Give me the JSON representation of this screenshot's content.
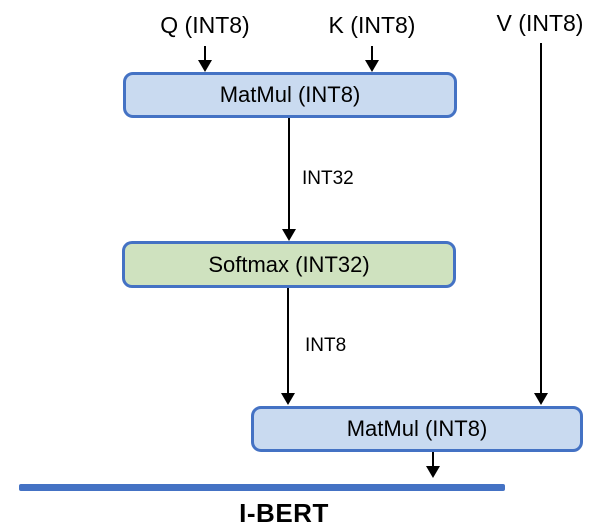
{
  "diagram": {
    "title": "I-BERT",
    "inputs": [
      {
        "label": "Q (INT8)"
      },
      {
        "label": "K (INT8)"
      },
      {
        "label": "V (INT8)"
      }
    ],
    "nodes": [
      {
        "label": "MatMul (INT8)",
        "type": "matmul"
      },
      {
        "label": "Softmax (INT32)",
        "type": "softmax"
      },
      {
        "label": "MatMul (INT8)",
        "type": "matmul"
      }
    ],
    "edges": [
      {
        "label": "INT32"
      },
      {
        "label": "INT8"
      }
    ],
    "colors": {
      "box_border": "#4472c4",
      "matmul_fill": "#c9daf0",
      "softmax_fill": "#cfe2bf",
      "baseline": "#4472c4",
      "arrow": "#000000"
    }
  }
}
